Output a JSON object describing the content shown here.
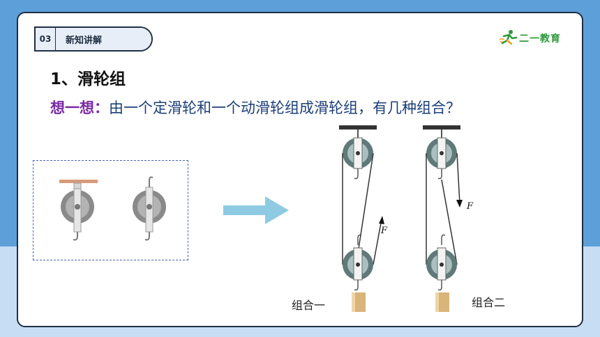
{
  "section": {
    "number": "03",
    "label": "新知讲解"
  },
  "logo": {
    "text": "二一教育",
    "icon": "runner-icon"
  },
  "title": "1、滑轮组",
  "question": {
    "lead": "想一想：",
    "text": "由一个定滑轮和一个动滑轮组成滑轮组，有几种组合？"
  },
  "diagram": {
    "force_label_1": "F",
    "force_label_2": "F",
    "caption_1": "组合一",
    "caption_2": "组合二"
  },
  "colors": {
    "page_bg": "#5d9fd8",
    "accent_purple": "#7a2aa5",
    "text_blue": "#1c3f7a",
    "arrow": "#8ecbe3"
  }
}
